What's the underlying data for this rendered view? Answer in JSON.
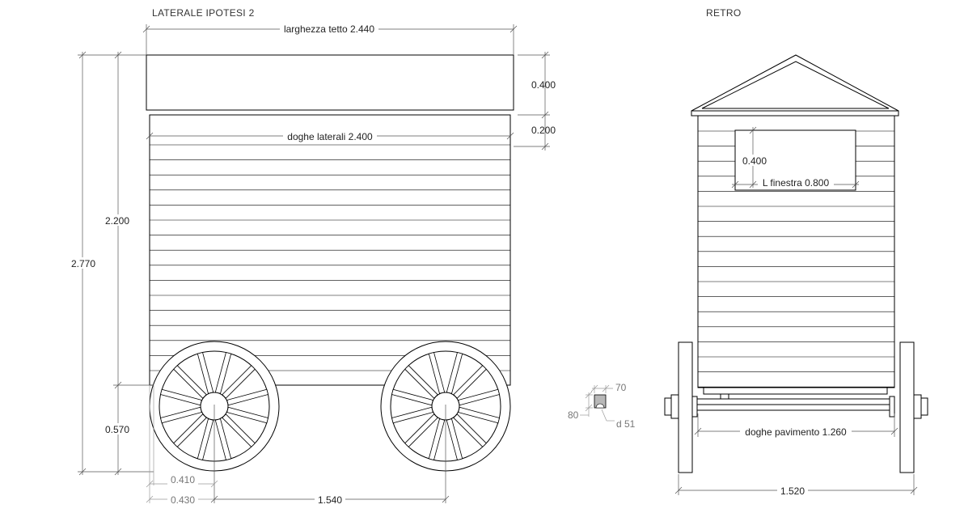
{
  "titles": {
    "side": "LATERALE IPOTESI 2",
    "back": "RETRO"
  },
  "side_dims": {
    "roof_width": "larghezza tetto 2.440",
    "side_boards": "doghe laterali 2.400",
    "roof_height": "0.400",
    "eave_height": "0.200",
    "wall_height": "2.200",
    "total_height": "2.770",
    "wheel_height": "0.570",
    "wheel_offset_a": "0.410",
    "wheel_offset_b": "0.430",
    "axle_spacing": "1.540"
  },
  "profile_dims": {
    "width": "70",
    "height": "80",
    "diameter": "d 51"
  },
  "back_dims": {
    "window_height": "0.400",
    "window_length": "L finestra 0.800",
    "floor_boards": "doghe pavimento 1.260",
    "overall_width": "1.520"
  },
  "colors": {
    "line": "#000000",
    "dimension": "#555555",
    "light_dimension": "#9a9a9a",
    "profile_fill": "#b8b8b8"
  }
}
